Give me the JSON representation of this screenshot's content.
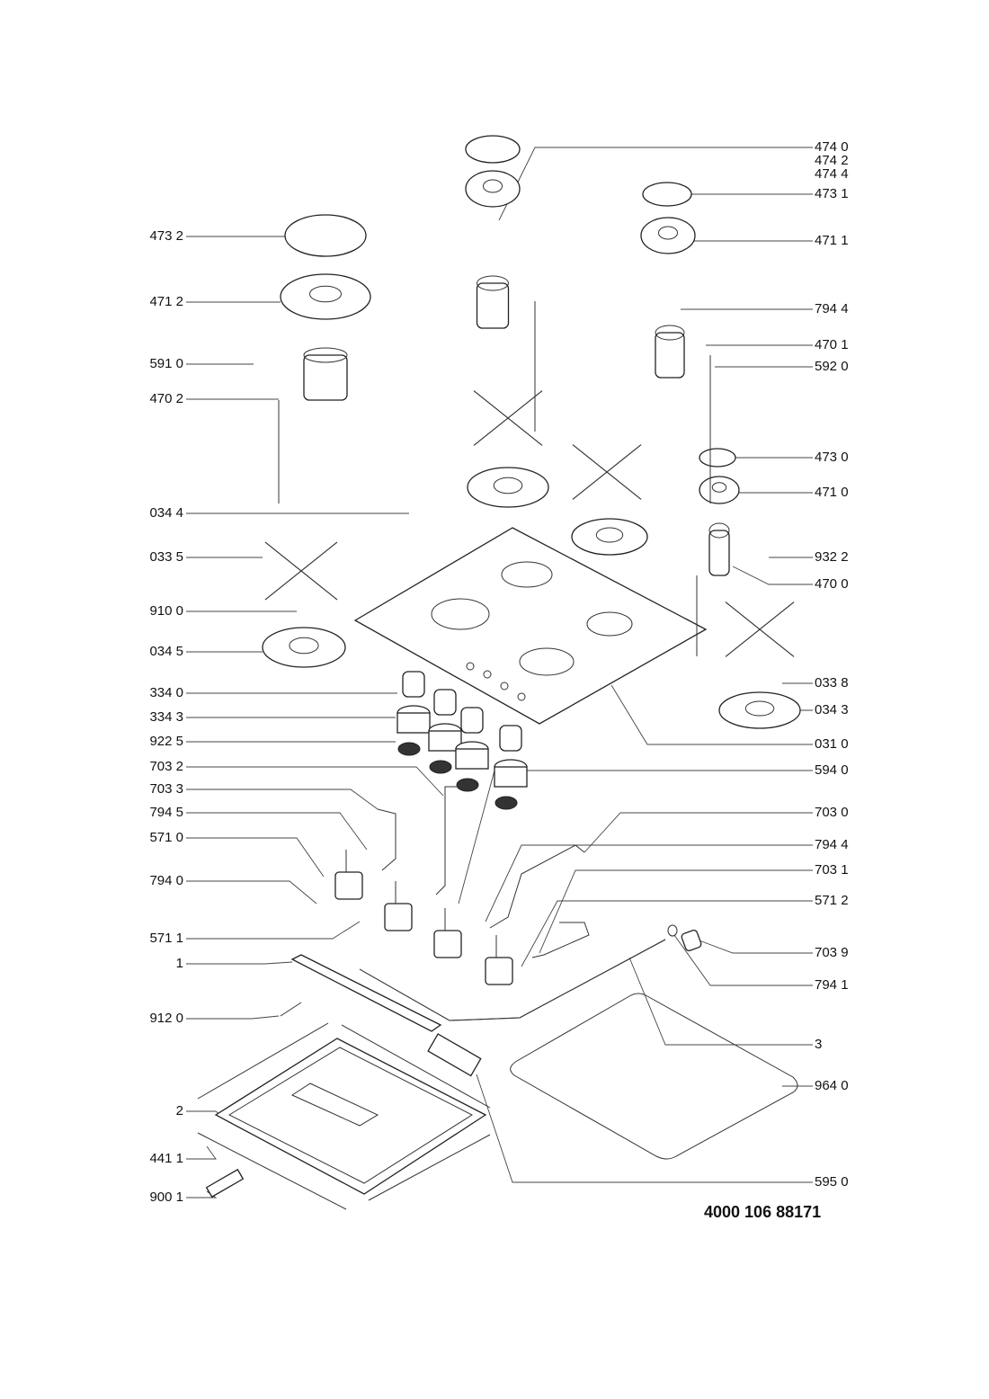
{
  "left_labels": [
    "473 2",
    "471 2",
    "591 0",
    "470 2",
    "034 4",
    "033 5",
    "910 0",
    "034 5",
    "334 0",
    "334 3",
    "922 5",
    "703 2",
    "703 3",
    "794 5",
    "571 0",
    "794 0",
    "571 1",
    "1",
    "912 0",
    "2",
    "441 1",
    "900 1"
  ],
  "right_labels": [
    "474 0",
    "474 2",
    "474 4",
    "473 1",
    "471 1",
    "794 4",
    "470 1",
    "592 0",
    "473 0",
    "471 0",
    "932 2",
    "470 0",
    "033 8",
    "034 3",
    "031 0",
    "594 0",
    "703 0",
    "794 4",
    "703 1",
    "571 2",
    "703 9",
    "794 1",
    "3",
    "964 0",
    "595 0"
  ],
  "document_number": "4000 106 88171"
}
